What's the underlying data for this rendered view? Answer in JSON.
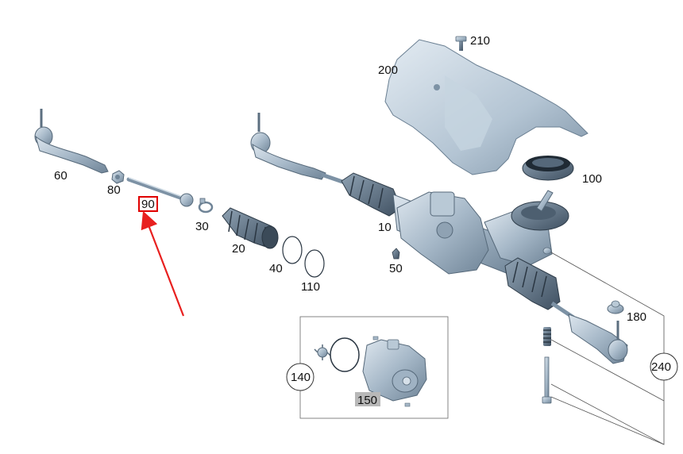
{
  "diagram": {
    "labels": {
      "p10": "10",
      "p20": "20",
      "p30": "30",
      "p40": "40",
      "p50": "50",
      "p60": "60",
      "p80": "80",
      "p90": "90",
      "p100": "100",
      "p110": "110",
      "p140": "140",
      "p150": "150",
      "p180": "180",
      "p200": "200",
      "p210": "210",
      "p240": "240"
    },
    "highlighted_part": "90",
    "colors": {
      "highlight_box": "#e00000",
      "arrow": "#e8201f",
      "part_fill": "#a9bccd",
      "part_dark": "#6f8497",
      "selected_label_bg": "#b8b8b8"
    }
  }
}
